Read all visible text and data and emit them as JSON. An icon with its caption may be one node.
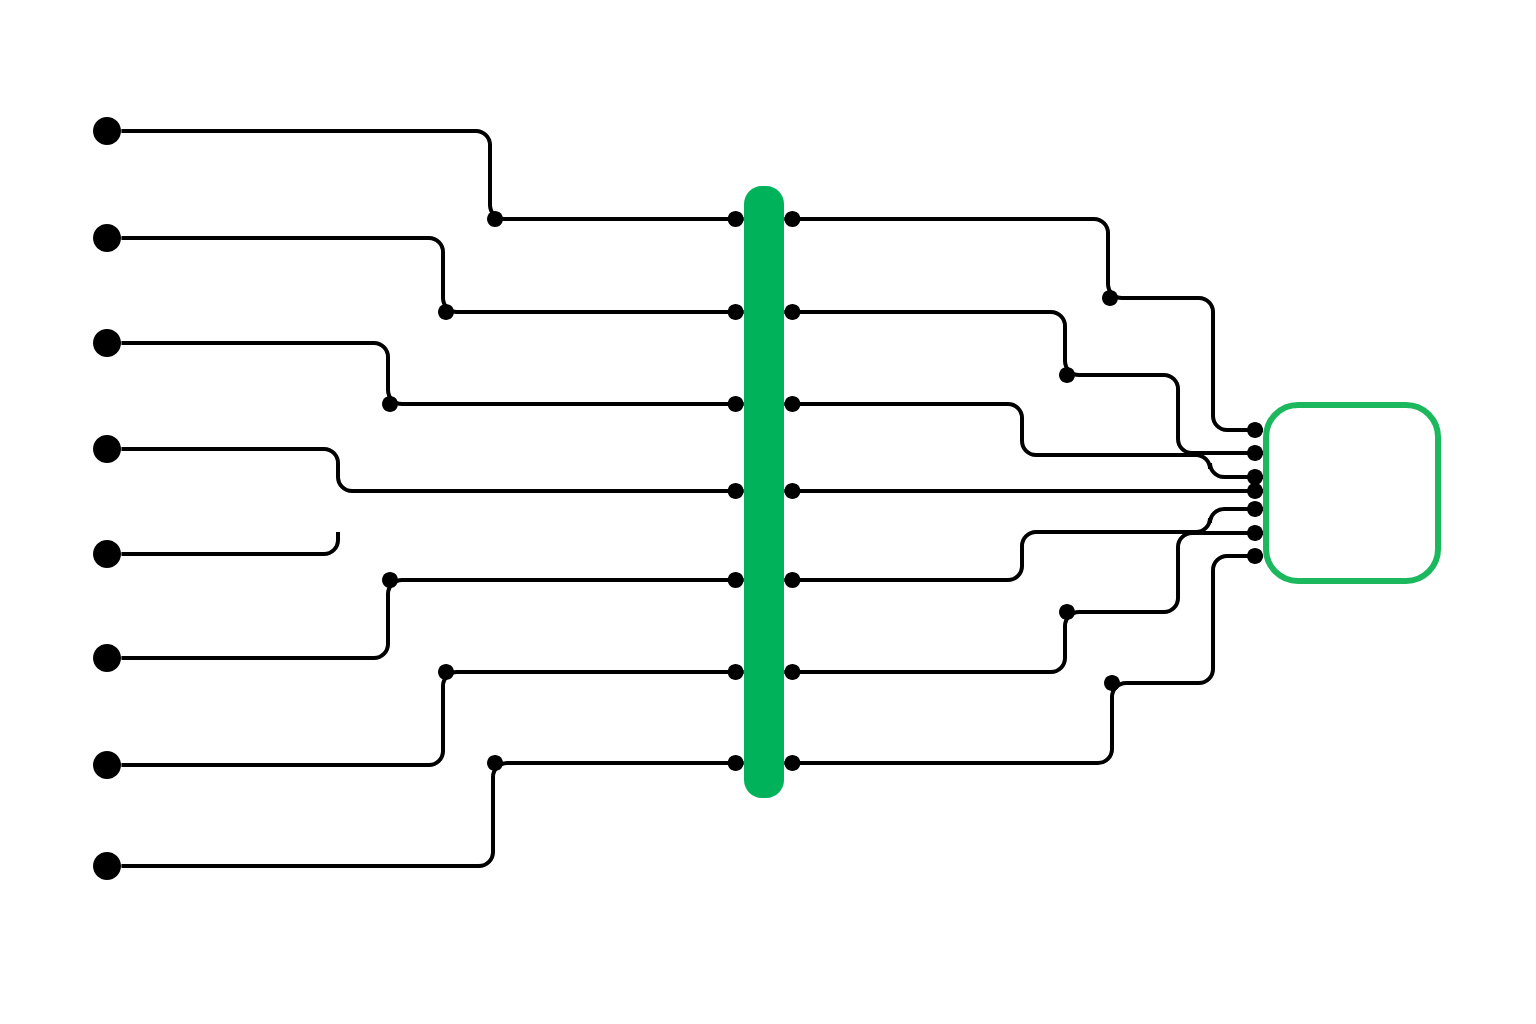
{
  "diagram": {
    "nodes": [
      {
        "text": [],
        "shape": "circle"
      },
      {
        "text": [],
        "shape": "circle"
      },
      {
        "text": [],
        "shape": "circle"
      },
      {
        "text": [],
        "shape": "circle"
      },
      {
        "text": [],
        "shape": "circle"
      },
      {
        "text": [],
        "shape": "circle"
      },
      {
        "text": [],
        "shape": "circle"
      },
      {
        "text": [],
        "shape": "circle"
      },
      {
        "text": [],
        "shape": "bar"
      },
      {
        "text": [],
        "shape": "box"
      }
    ],
    "edges": [
      {
        "from": 0,
        "to": 8,
        "arrow": "other"
      },
      {
        "from": 1,
        "to": 8,
        "arrow": "other"
      },
      {
        "from": 2,
        "to": 8,
        "arrow": "other"
      },
      {
        "from": 3,
        "to": 8,
        "arrow": "other"
      },
      {
        "from": 4,
        "to": null,
        "arrow": "none"
      },
      {
        "from": 5,
        "to": 8,
        "arrow": "other"
      },
      {
        "from": 6,
        "to": 8,
        "arrow": "other"
      },
      {
        "from": 7,
        "to": 8,
        "arrow": "other"
      },
      {
        "from": 8,
        "to": 9,
        "arrow": "other"
      },
      {
        "from": 8,
        "to": 9,
        "arrow": "other"
      },
      {
        "from": 8,
        "to": 9,
        "arrow": "other"
      },
      {
        "from": 8,
        "to": 9,
        "arrow": "other"
      },
      {
        "from": 8,
        "to": 9,
        "arrow": "other"
      },
      {
        "from": 8,
        "to": 9,
        "arrow": "other"
      },
      {
        "from": 8,
        "to": 9,
        "arrow": "other"
      }
    ]
  }
}
